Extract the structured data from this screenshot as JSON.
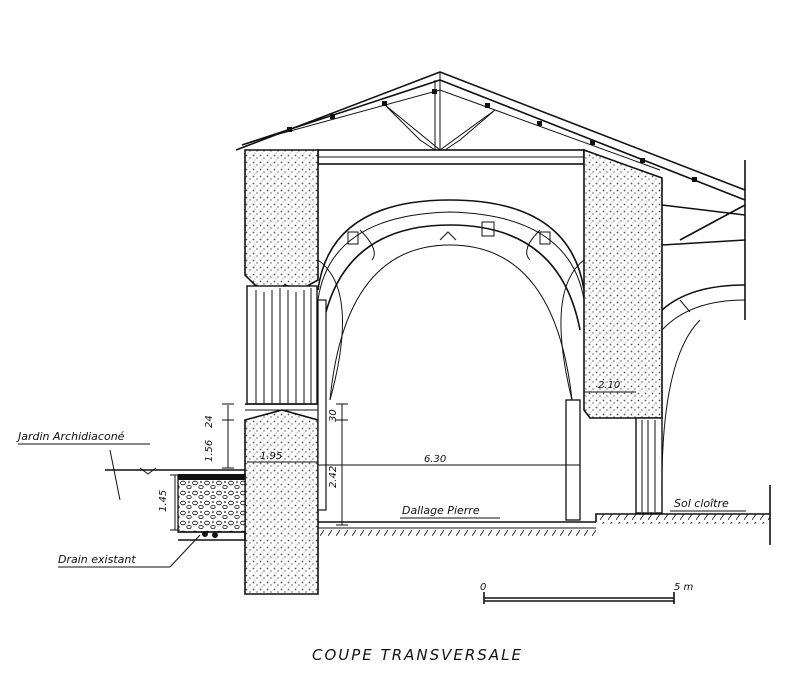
{
  "title": "COUPE TRANSVERSALE",
  "labels": {
    "garden": "Jardin Archidiaconé",
    "drain": "Drain existant",
    "paving": "Dallage Pierre",
    "cloister_floor": "Sol cloître"
  },
  "dimensions": {
    "d_24": "24",
    "d_156": "1.56",
    "d_30": "30",
    "d_242": "2.42",
    "d_145": "1.45",
    "d_195": "1.95",
    "d_630": "6.30",
    "d_210": "2.10"
  },
  "scale_bar": {
    "start": "0",
    "end": "5 m"
  },
  "colors": {
    "ink": "#111111",
    "paper": "#ffffff",
    "stone_stipple": "#555555"
  }
}
